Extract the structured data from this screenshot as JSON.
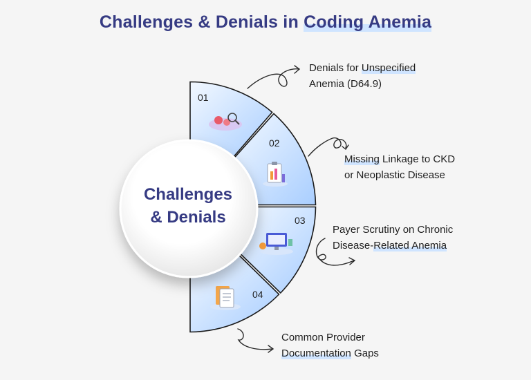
{
  "title": {
    "part1": "Challenges & Denials in ",
    "part2": "Coding Anemia"
  },
  "center": {
    "line1": "Challenges",
    "line2": "& Denials"
  },
  "segments": [
    {
      "number": "01",
      "icon": "blood-cells-magnifier-icon"
    },
    {
      "number": "02",
      "icon": "clipboard-lab-report-icon"
    },
    {
      "number": "03",
      "icon": "computer-analytics-icon"
    },
    {
      "number": "04",
      "icon": "documents-icon"
    }
  ],
  "callouts": {
    "c1": {
      "a": "Denials for ",
      "b": "Unspecified",
      "c": "Anemia (D64.9)"
    },
    "c2": {
      "a": "Missing",
      "b": " Linkage to CKD",
      "c": "or Neoplastic Disease"
    },
    "c3": {
      "a": "Payer Scrutiny on Chronic",
      "b": "Disease-",
      "c": "Related Anemia"
    },
    "c4": {
      "a": "Common Provider",
      "b": "Documentation",
      "c": " Gaps"
    }
  },
  "colors": {
    "title": "#363b83",
    "segment_light": "#e6f1ff",
    "segment_deep": "#a9ceff",
    "highlight": "#cfe4ff"
  }
}
